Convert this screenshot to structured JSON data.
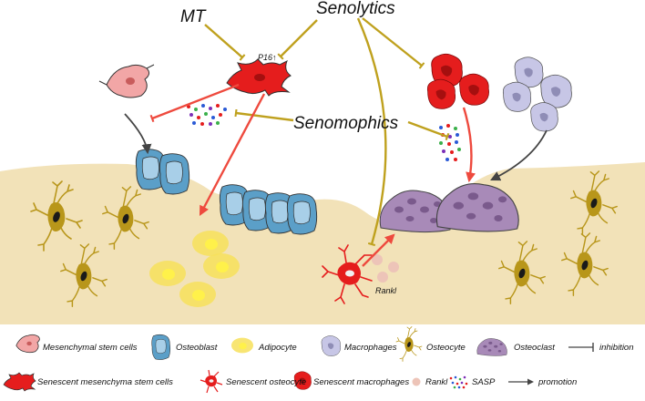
{
  "labels": {
    "mt": "MT",
    "senolytics": "Senolytics",
    "senomorphics": "Senomophics",
    "p16": "P16↑",
    "rankl": "Rankl"
  },
  "legend": {
    "row1": [
      {
        "label": "Mesenchymal stem cells",
        "icon": "mesenchymal-stem-cell-icon"
      },
      {
        "label": "Osteoblast",
        "icon": "osteoblast-icon"
      },
      {
        "label": "Adipocyte",
        "icon": "adipocyte-icon"
      },
      {
        "label": "Macrophages",
        "icon": "macrophage-icon"
      },
      {
        "label": "Osteocyte",
        "icon": "osteocyte-icon"
      },
      {
        "label": "Osteoclast",
        "icon": "osteoclast-icon"
      },
      {
        "label": "inhibition",
        "icon": "inhibition-arrow-icon"
      }
    ],
    "row2": [
      {
        "label": "Senescent mesenchyma stem cells",
        "icon": "senescent-msc-icon"
      },
      {
        "label": "Senescent osteocyte",
        "icon": "senescent-osteocyte-icon"
      },
      {
        "label": "Senescent macrophages",
        "icon": "senescent-macrophage-icon"
      },
      {
        "label": "Rankl",
        "icon": "rankl-icon"
      },
      {
        "label": "SASP",
        "icon": "sasp-icon"
      },
      {
        "label": "promotion",
        "icon": "promotion-arrow-icon"
      }
    ]
  },
  "colors": {
    "bone": "#f2e2b8",
    "inhibition": "#bfa11e",
    "promotion_red": "#ee4a3e",
    "promotion_gray": "#444444",
    "senescent": "#e51d1d",
    "osteoblast": "#5b9fc8",
    "osteoclast": "#a88ab8",
    "macrophage": "#c7c6e6",
    "adipocyte": "#f7e05a",
    "osteocyte": "#b8961a"
  }
}
